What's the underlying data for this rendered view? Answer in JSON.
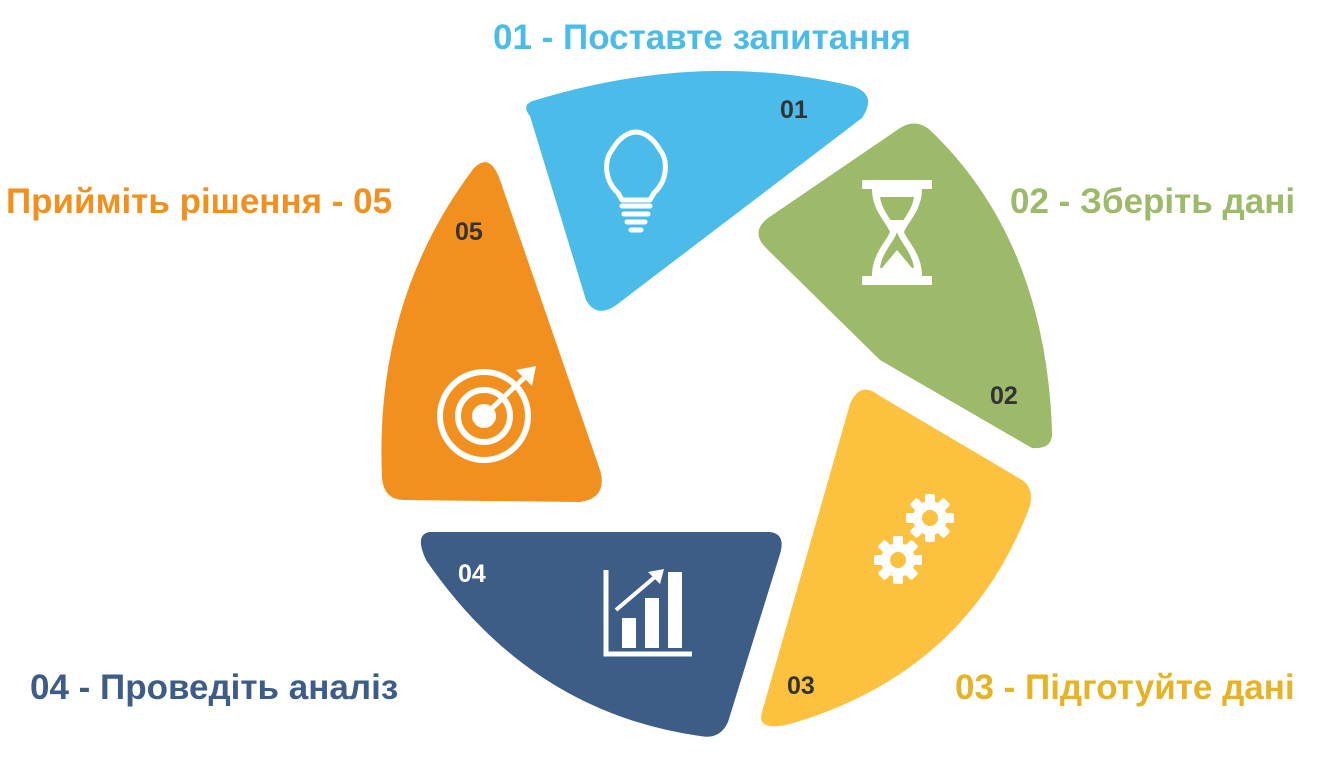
{
  "colors": {
    "step1": "#4BBCE9",
    "step2": "#9DB96A",
    "step3": "#FCC23F",
    "step4": "#3D5C86",
    "step5": "#F2901F",
    "segment_number_dark": "#333333",
    "segment_number_light": "#ffffff",
    "icon": "#ffffff"
  },
  "steps": [
    {
      "number": "01",
      "label": "01 - Поставте запитання",
      "color": "#4BBCE9",
      "icon": "lightbulb-icon"
    },
    {
      "number": "02",
      "label": "02 - Зберіть дані",
      "color": "#9DB96A",
      "icon": "hourglass-icon"
    },
    {
      "number": "03",
      "label": "03 - Підготуйте дані",
      "color": "#E6B326",
      "icon": "gears-icon"
    },
    {
      "number": "04",
      "label": "04 - Проведіть аналіз",
      "color": "#3D5C86",
      "icon": "bar-chart-icon"
    },
    {
      "number": "05",
      "label": "Прийміть рішення - 05",
      "color": "#F2901F",
      "icon": "target-icon"
    }
  ]
}
